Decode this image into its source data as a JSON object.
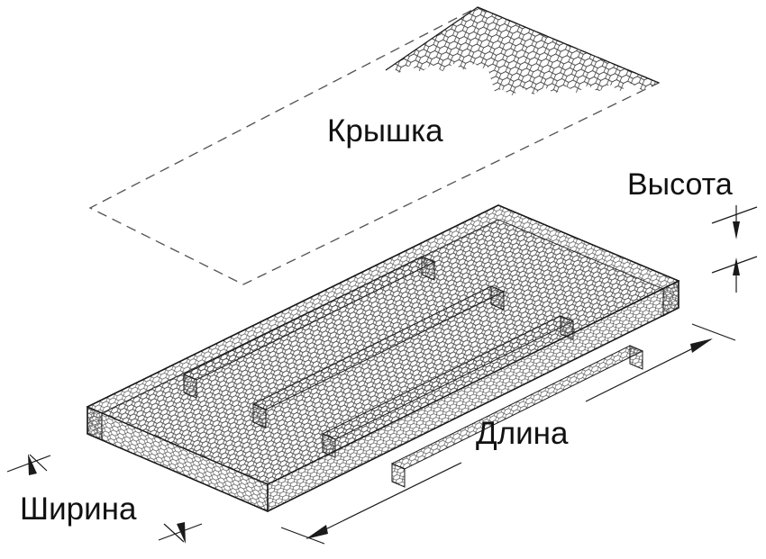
{
  "diagram": {
    "title_labels": {
      "lid": "Крышка",
      "height": "Высота",
      "length": "Длина",
      "width": "Ширина"
    },
    "colors": {
      "stroke": "#1a1a1a",
      "mesh": "#4a4a4a",
      "background": "#ffffff",
      "dashed": "#555555"
    },
    "object": {
      "type": "gabion-box",
      "compartments": 5,
      "diaphragms": 4,
      "lid_state": "detached-above",
      "lid_render": "partial-mesh-with-dashed-outline"
    },
    "dimensions_called_out": [
      "Длина",
      "Ширина",
      "Высота"
    ]
  }
}
